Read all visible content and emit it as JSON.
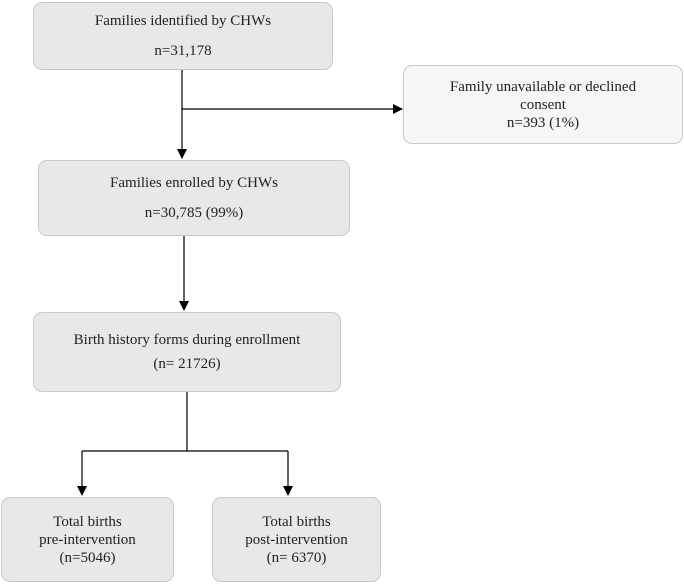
{
  "flowchart": {
    "colors": {
      "box_fill": "#e8e8e8",
      "side_box_fill": "#f6f6f6",
      "box_border": "#c9c9c9",
      "connector": "#000000"
    },
    "identified": {
      "title": "Families identified by CHWs",
      "count": "n=31,178"
    },
    "excluded": {
      "line1": "Family unavailable or declined",
      "line2": "consent",
      "count": "n=393 (1%)"
    },
    "enrolled": {
      "title": "Families enrolled by CHWs",
      "count": "n=30,785 (99%)"
    },
    "birth_history": {
      "title": "Birth history forms during enrollment",
      "count": "(n= 21726)"
    },
    "pre": {
      "line1": "Total births",
      "line2": "pre-intervention",
      "count": "(n=5046)"
    },
    "post": {
      "line1": "Total births",
      "line2": "post-intervention",
      "count": "(n= 6370)"
    }
  }
}
